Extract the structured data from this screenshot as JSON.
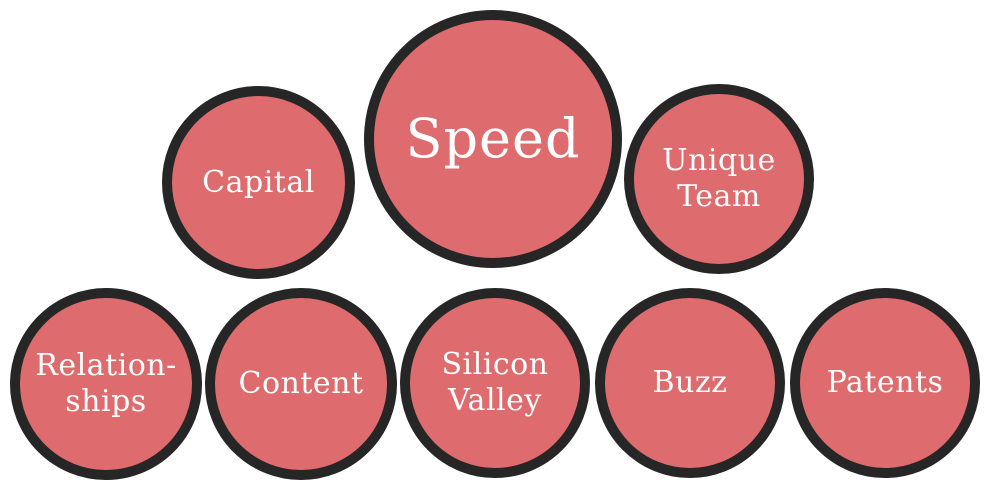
{
  "diagram": {
    "type": "bubble-cluster",
    "background_color": "#ffffff",
    "bubble_fill_color": "#de6b6d",
    "bubble_border_color": "#262626",
    "label_text_color": "#ffffff",
    "bubbles": [
      {
        "id": "capital",
        "label": "Capital",
        "row": "top",
        "size": "small",
        "emphasis": false
      },
      {
        "id": "speed",
        "label": "Speed",
        "row": "top",
        "size": "large",
        "emphasis": true
      },
      {
        "id": "unique-team",
        "label": "Unique\nTeam",
        "row": "top",
        "size": "small",
        "emphasis": false
      },
      {
        "id": "relationships",
        "label": "Relation-\nships",
        "row": "bottom",
        "size": "small",
        "emphasis": false
      },
      {
        "id": "content",
        "label": "Content",
        "row": "bottom",
        "size": "small",
        "emphasis": false
      },
      {
        "id": "silicon-valley",
        "label": "Silicon\nValley",
        "row": "bottom",
        "size": "small",
        "emphasis": false
      },
      {
        "id": "buzz",
        "label": "Buzz",
        "row": "bottom",
        "size": "small",
        "emphasis": false
      },
      {
        "id": "patents",
        "label": "Patents",
        "row": "bottom",
        "size": "small",
        "emphasis": false
      }
    ]
  }
}
